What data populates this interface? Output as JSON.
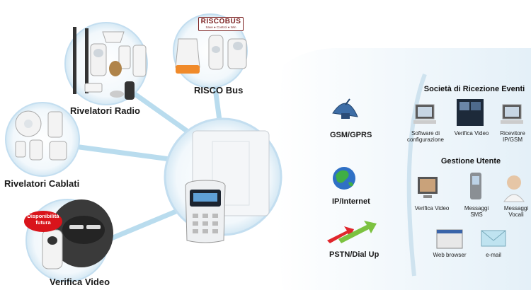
{
  "nodes": {
    "radio": "Rivelatori Radio",
    "bus": "RISCO Bus",
    "wired": "Rivelatori Cablati",
    "video": "Verifica Video"
  },
  "badge": {
    "line1": "Disponibilità",
    "line2": "futura"
  },
  "bus_logo": {
    "brand": "RISCOBUS",
    "tagline": "Save ● Control ● Win"
  },
  "channels": {
    "gsm": "GSM/GPRS",
    "ip": "IP/Internet",
    "pstn": "PSTN/Dial Up"
  },
  "reception": {
    "title": "Società di Ricezione Eventi",
    "items": [
      {
        "line1": "Software di",
        "line2": "configurazione"
      },
      {
        "line1": "Verifica Video",
        "line2": ""
      },
      {
        "line1": "Ricevitore",
        "line2": "IP/GSM"
      }
    ]
  },
  "users": {
    "title": "Gestione Utente",
    "items": [
      {
        "line1": "Verifica Video",
        "line2": ""
      },
      {
        "line1": "Messaggi",
        "line2": "SMS"
      },
      {
        "line1": "Messaggi",
        "line2": "Vocali"
      },
      {
        "line1": "Web browser",
        "line2": ""
      },
      {
        "line1": "e-mail",
        "line2": ""
      }
    ]
  },
  "colors": {
    "connector": "#b9dcee",
    "panel": "#eaf4fa",
    "accent_red": "#d9141b"
  }
}
